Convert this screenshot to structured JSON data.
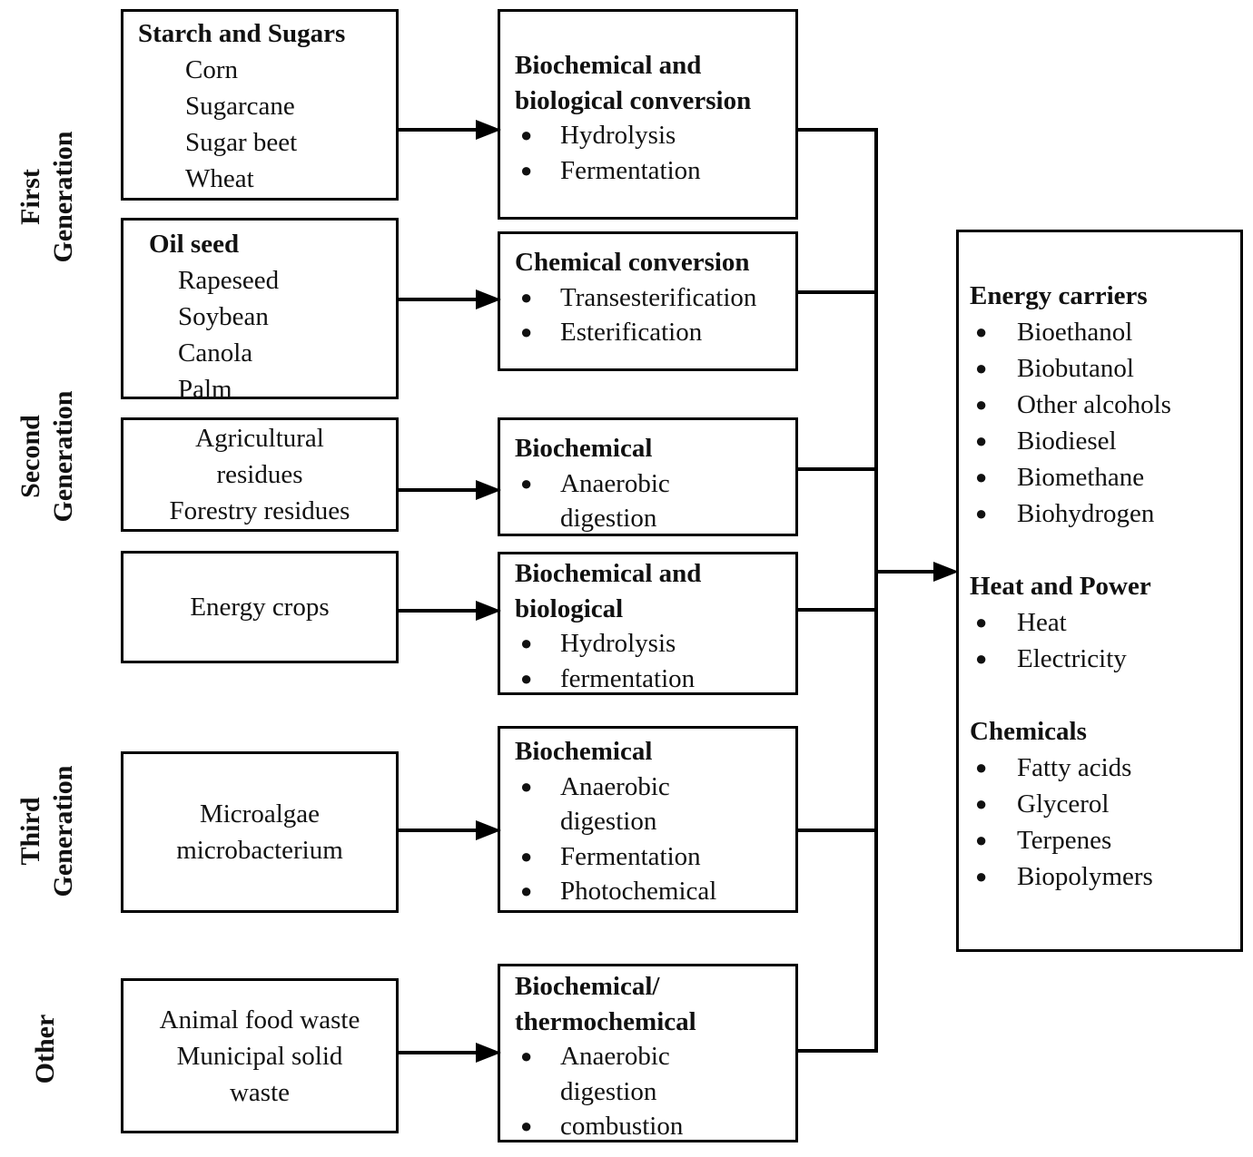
{
  "colors": {
    "line": "#000000",
    "box_border": "#000000",
    "background": "#ffffff",
    "text": "#111111"
  },
  "generation_labels": [
    {
      "text": "First\nGeneration"
    },
    {
      "text": "Second\nGeneration"
    },
    {
      "text": "Third\nGeneration"
    },
    {
      "text": "Other"
    }
  ],
  "feedstock_boxes": [
    {
      "title": "Starch and Sugars",
      "items": [
        "Corn",
        "Sugarcane",
        "Sugar beet",
        "Wheat"
      ]
    },
    {
      "title": "Oil seed",
      "items": [
        "Rapeseed",
        "Soybean",
        "Canola",
        "Palm"
      ]
    },
    {
      "text": "Agricultural\nresidues\nForestry residues"
    },
    {
      "text": "Energy crops"
    },
    {
      "text": "Microalgae\nmicrobacterium"
    },
    {
      "text": "Animal food waste\nMunicipal solid\nwaste"
    }
  ],
  "conversion_boxes": [
    {
      "title": "Biochemical and\nbiological conversion",
      "bullets": [
        "Hydrolysis",
        "Fermentation"
      ]
    },
    {
      "title": "Chemical conversion",
      "bullets": [
        "Transesterification",
        "Esterification"
      ]
    },
    {
      "title": "Biochemical",
      "bullets": [
        "Anaerobic\ndigestion"
      ]
    },
    {
      "title": "Biochemical and\nbiological",
      "bullets": [
        "Hydrolysis",
        "fermentation"
      ]
    },
    {
      "title": "Biochemical",
      "bullets": [
        "Anaerobic\ndigestion",
        "Fermentation",
        "Photochemical"
      ]
    },
    {
      "title": "Biochemical/\nthermochemical",
      "bullets": [
        "Anaerobic\ndigestion",
        "combustion"
      ]
    }
  ],
  "output_box": {
    "sections": [
      {
        "title": "Energy carriers",
        "bullets": [
          "Bioethanol",
          "Biobutanol",
          "Other alcohols",
          "Biodiesel",
          "Biomethane",
          "Biohydrogen"
        ]
      },
      {
        "title": "Heat and Power",
        "bullets": [
          "Heat",
          "Electricity"
        ]
      },
      {
        "title": "Chemicals",
        "bullets": [
          "Fatty acids",
          "Glycerol",
          "Terpenes",
          "Biopolymers"
        ]
      }
    ]
  }
}
